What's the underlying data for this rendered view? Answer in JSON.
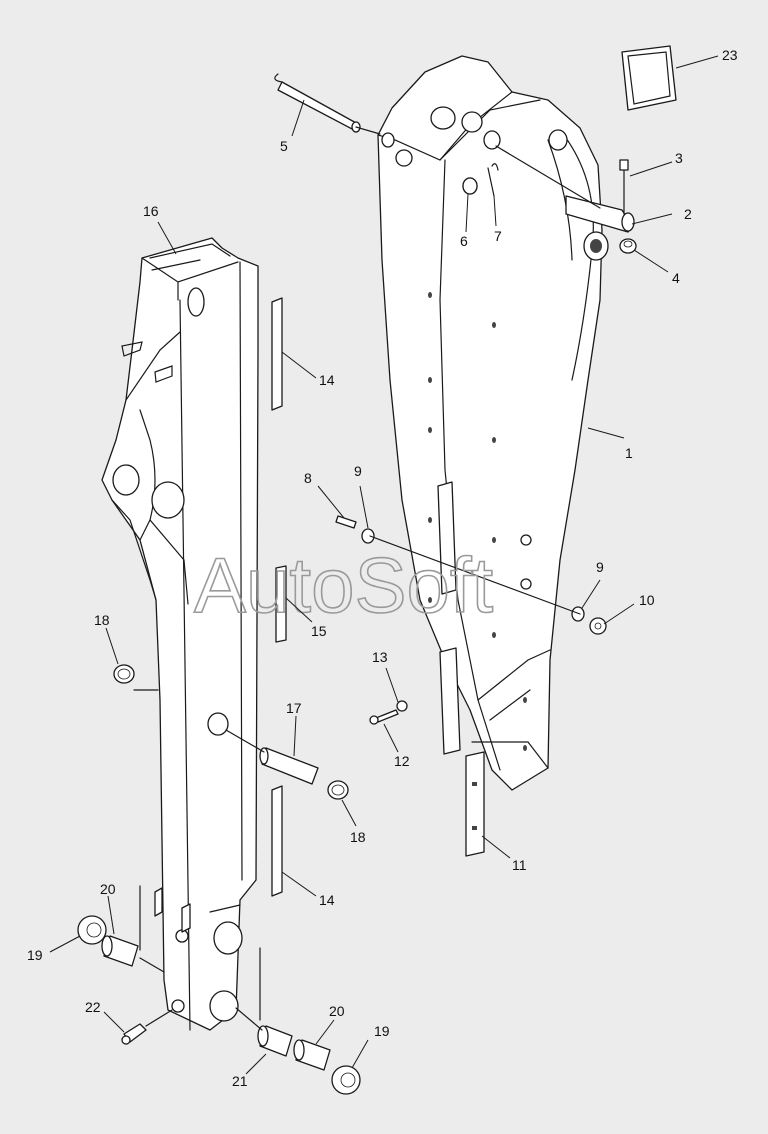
{
  "watermark": "AutoSoft",
  "callouts": [
    {
      "id": "1",
      "text": "1"
    },
    {
      "id": "2",
      "text": "2"
    },
    {
      "id": "3",
      "text": "3"
    },
    {
      "id": "4",
      "text": "4"
    },
    {
      "id": "5",
      "text": "5"
    },
    {
      "id": "6",
      "text": "6"
    },
    {
      "id": "7",
      "text": "7"
    },
    {
      "id": "8",
      "text": "8"
    },
    {
      "id": "9a",
      "text": "9"
    },
    {
      "id": "9b",
      "text": "9"
    },
    {
      "id": "10",
      "text": "10"
    },
    {
      "id": "11",
      "text": "11"
    },
    {
      "id": "12",
      "text": "12"
    },
    {
      "id": "13",
      "text": "13"
    },
    {
      "id": "14a",
      "text": "14"
    },
    {
      "id": "14b",
      "text": "14"
    },
    {
      "id": "15",
      "text": "15"
    },
    {
      "id": "16",
      "text": "16"
    },
    {
      "id": "17",
      "text": "17"
    },
    {
      "id": "18a",
      "text": "18"
    },
    {
      "id": "18b",
      "text": "18"
    },
    {
      "id": "19a",
      "text": "19"
    },
    {
      "id": "19b",
      "text": "19"
    },
    {
      "id": "20a",
      "text": "20"
    },
    {
      "id": "20b",
      "text": "20"
    },
    {
      "id": "21",
      "text": "21"
    },
    {
      "id": "22",
      "text": "22"
    },
    {
      "id": "23",
      "text": "23"
    }
  ],
  "colors": {
    "background": "#ececec",
    "line": "#1a1a1a",
    "part_fill": "#ffffff",
    "watermark": "#9a9a9a"
  }
}
